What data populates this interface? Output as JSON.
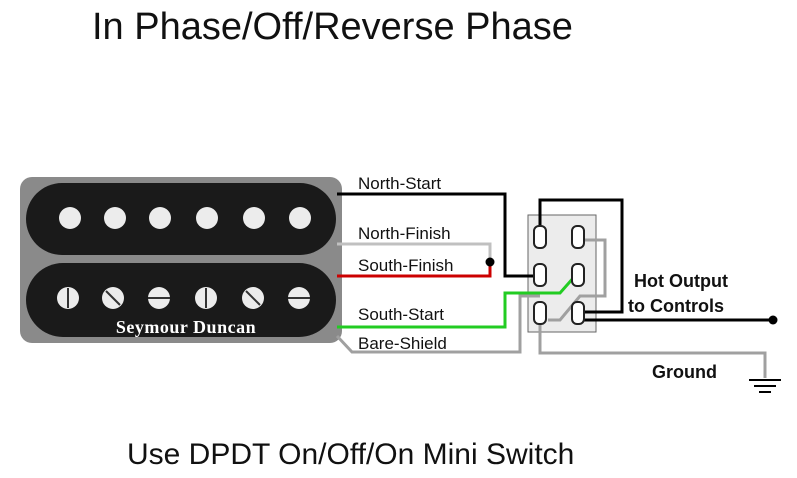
{
  "title": "In Phase/Off/Reverse Phase",
  "footer": "Use DPDT On/Off/On Mini Switch",
  "pickup": {
    "brand": "Seymour Duncan"
  },
  "wires": {
    "north_start": "North-Start",
    "north_finish": "North-Finish",
    "south_finish": "South-Finish",
    "south_start": "South-Start",
    "bare_shield": "Bare-Shield"
  },
  "outputs": {
    "hot_line1": "Hot Output",
    "hot_line2": "to Controls",
    "ground": "Ground"
  },
  "colors": {
    "north_start": "#000000",
    "north_finish": "#c0c0c0",
    "south_finish": "#cc0000",
    "south_start": "#22cc22",
    "bare_shield": "#a0a0a0",
    "pickup_body": "#1a1a1a",
    "pickup_bezel": "#8a8a8a"
  }
}
